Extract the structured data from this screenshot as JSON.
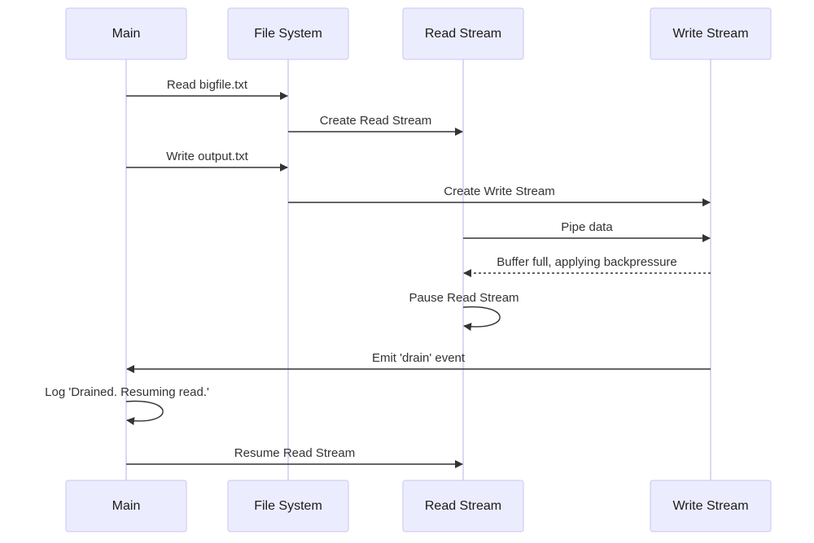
{
  "participants": [
    {
      "id": "main",
      "label": "Main"
    },
    {
      "id": "fs",
      "label": "File System"
    },
    {
      "id": "rs",
      "label": "Read Stream"
    },
    {
      "id": "ws",
      "label": "Write Stream"
    }
  ],
  "messages": [
    {
      "from": "main",
      "to": "fs",
      "text": "Read bigfile.txt",
      "style": "solid"
    },
    {
      "from": "fs",
      "to": "rs",
      "text": "Create Read Stream",
      "style": "solid"
    },
    {
      "from": "main",
      "to": "fs",
      "text": "Write output.txt",
      "style": "solid"
    },
    {
      "from": "fs",
      "to": "ws",
      "text": "Create Write Stream",
      "style": "solid"
    },
    {
      "from": "rs",
      "to": "ws",
      "text": "Pipe data",
      "style": "solid"
    },
    {
      "from": "ws",
      "to": "rs",
      "text": "Buffer full, applying backpressure",
      "style": "dashed"
    },
    {
      "from": "rs",
      "to": "rs",
      "text": "Pause Read Stream",
      "style": "solid"
    },
    {
      "from": "ws",
      "to": "main",
      "text": "Emit 'drain' event",
      "style": "solid"
    },
    {
      "from": "main",
      "to": "main",
      "text": "Log 'Drained. Resuming read.'",
      "style": "solid"
    },
    {
      "from": "main",
      "to": "rs",
      "text": "Resume Read Stream",
      "style": "solid"
    }
  ],
  "colors": {
    "actor_fill": "#ececff",
    "actor_border": "#c9c6f0",
    "lifeline": "#cfcbf0",
    "message": "#333333"
  }
}
